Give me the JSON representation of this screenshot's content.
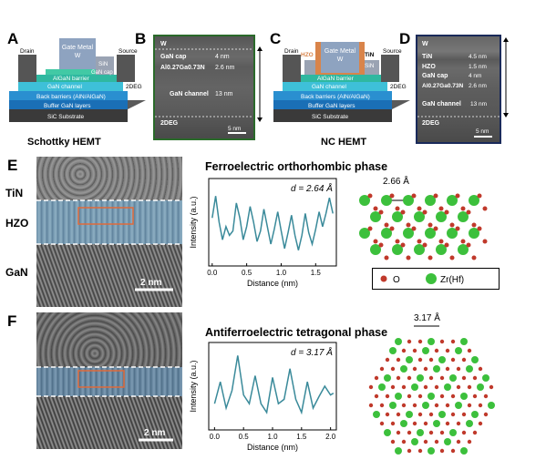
{
  "panels": {
    "A": {
      "letter": "A",
      "caption": "Schottky HEMT",
      "labels": {
        "gate": "Gate Metal",
        "gate2": "W",
        "drain": "Drain",
        "source": "Source",
        "sin": "SiN",
        "gan_cap": "GaN cap",
        "algan": "AlGaN  barrier",
        "channel": "GaN channel",
        "deg": "2DEG",
        "back": "Back barriers (AlN/AlGaN)",
        "buffer": "Buffer GaN layers",
        "sub": "SiC Substrate"
      }
    },
    "B": {
      "letter": "B",
      "labels": {
        "w": "W",
        "gan_cap": "GaN cap",
        "gan_cap_t": "4 nm",
        "algan": "Al0.27Ga0.73N",
        "algan_t": "2.6 nm",
        "channel": "GaN channel",
        "channel_t": "13 nm",
        "deg": "2DEG",
        "scale": "5 nm"
      }
    },
    "C": {
      "letter": "C",
      "caption": "NC HEMT",
      "labels": {
        "gate": "Gate Metal",
        "gate2": "W",
        "drain": "Drain",
        "source": "Source",
        "hzo": "HZO",
        "tin": "TiN",
        "sin": "SiN",
        "algan": "AlGaN  barrier",
        "channel": "GaN channel",
        "deg": "2DEG",
        "back": "Back barriers (AlN/AlGaN)",
        "buffer": "Buffer GaN layers",
        "sub": "SiC Substrate"
      }
    },
    "D": {
      "letter": "D",
      "labels": {
        "w": "W",
        "tin": "TiN",
        "tin_t": "4.5 nm",
        "hzo": "HZO",
        "hzo_t": "1.5 nm",
        "gan_cap": "GaN cap",
        "gan_cap_t": "4 nm",
        "algan": "Al0.27Ga0.73N",
        "algan_t": "2.6 nm",
        "channel": "GaN channel",
        "channel_t": "13 nm",
        "deg": "2DEG",
        "scale": "5 nm"
      }
    },
    "E": {
      "letter": "E",
      "title": "Ferroelectric orthorhombic phase",
      "layers": [
        "TiN",
        "HZO",
        "GaN"
      ],
      "scale": "2 nm",
      "d_label": "d = 2.64 Å",
      "spacing_label": "2.66 Å",
      "legend_o": "O",
      "legend_zr": "Zr(Hf)"
    },
    "F": {
      "letter": "F",
      "title": "Antiferroelectric tetragonal phase",
      "scale": "2 nm",
      "d_label": "d = 3.17 Å",
      "spacing_label": "3.17 Å"
    }
  },
  "colors": {
    "gate": "#8ea3c0",
    "sin": "#9aa3b3",
    "cap": "#2fb8a0",
    "channel": "#3ec0d8",
    "back": "#2a8fd0",
    "buffer": "#1a6fb6",
    "sub": "#3a3a3a",
    "hzo": "#d9844a",
    "curve": "#3a8a9a",
    "oxygen": "#c0392b",
    "zr": "#3cc03c"
  },
  "chart_data": [
    {
      "type": "line",
      "panel": "E",
      "xlabel": "Distance (nm)",
      "ylabel": "Intensity (a.u.)",
      "xlim": [
        -0.05,
        1.8
      ],
      "xticks": [
        0.0,
        0.5,
        1.0,
        1.5
      ],
      "tick_labels": [
        "0.0",
        "0.5",
        "1.0",
        "1.5"
      ],
      "x": [
        0.0,
        0.05,
        0.1,
        0.15,
        0.2,
        0.25,
        0.3,
        0.35,
        0.4,
        0.45,
        0.5,
        0.55,
        0.6,
        0.65,
        0.7,
        0.75,
        0.8,
        0.85,
        0.9,
        0.95,
        1.0,
        1.05,
        1.1,
        1.15,
        1.2,
        1.25,
        1.3,
        1.35,
        1.4,
        1.45,
        1.5,
        1.55,
        1.6,
        1.65,
        1.7,
        1.75
      ],
      "y": [
        0.55,
        0.8,
        0.5,
        0.3,
        0.45,
        0.35,
        0.4,
        0.72,
        0.55,
        0.3,
        0.45,
        0.68,
        0.5,
        0.28,
        0.4,
        0.65,
        0.45,
        0.25,
        0.42,
        0.62,
        0.4,
        0.2,
        0.38,
        0.58,
        0.35,
        0.18,
        0.35,
        0.6,
        0.38,
        0.25,
        0.42,
        0.62,
        0.45,
        0.6,
        0.78,
        0.6
      ]
    },
    {
      "type": "line",
      "panel": "F",
      "xlabel": "Distance (nm)",
      "ylabel": "Intensity (a.u.)",
      "xlim": [
        -0.1,
        2.1
      ],
      "xticks": [
        0.0,
        0.5,
        1.0,
        1.5,
        2.0
      ],
      "tick_labels": [
        "0.0",
        "0.5",
        "1.0",
        "1.5",
        "2.0"
      ],
      "x": [
        0.0,
        0.1,
        0.2,
        0.3,
        0.4,
        0.5,
        0.6,
        0.7,
        0.8,
        0.9,
        1.0,
        1.1,
        1.2,
        1.3,
        1.4,
        1.5,
        1.6,
        1.7,
        1.8,
        1.9,
        2.0,
        2.05
      ],
      "y": [
        0.3,
        0.55,
        0.25,
        0.45,
        0.85,
        0.4,
        0.3,
        0.62,
        0.3,
        0.2,
        0.6,
        0.3,
        0.35,
        0.7,
        0.35,
        0.2,
        0.55,
        0.25,
        0.38,
        0.5,
        0.4,
        0.42
      ]
    }
  ]
}
